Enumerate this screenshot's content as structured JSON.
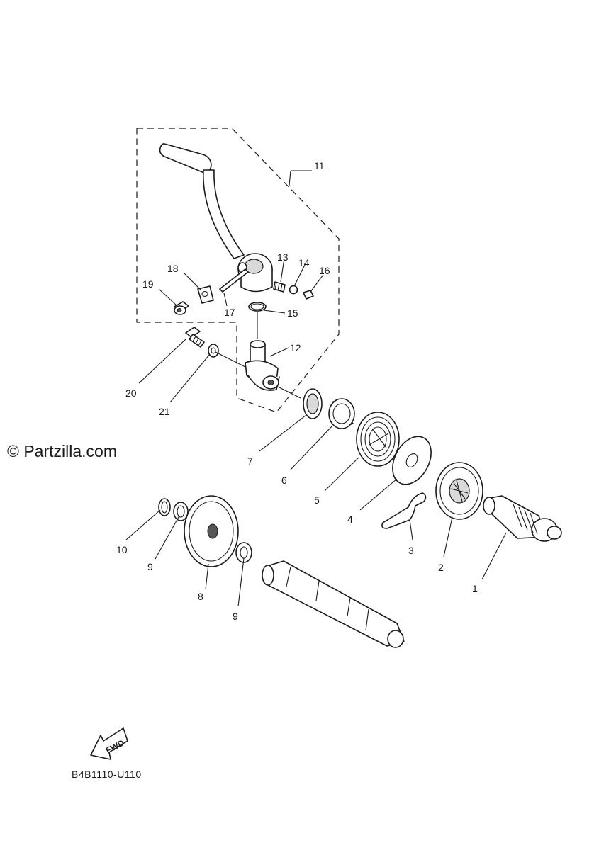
{
  "watermark": "© Partzilla.com",
  "diagram_code": "B4B1110-U110",
  "fwd_label": "FWD",
  "callouts": [
    {
      "id": "1",
      "label": "1"
    },
    {
      "id": "2",
      "label": "2"
    },
    {
      "id": "3",
      "label": "3"
    },
    {
      "id": "4",
      "label": "4"
    },
    {
      "id": "5",
      "label": "5"
    },
    {
      "id": "6",
      "label": "6"
    },
    {
      "id": "7",
      "label": "7"
    },
    {
      "id": "8",
      "label": "8"
    },
    {
      "id": "9a",
      "label": "9"
    },
    {
      "id": "9b",
      "label": "9"
    },
    {
      "id": "10",
      "label": "10"
    },
    {
      "id": "11",
      "label": "11"
    },
    {
      "id": "12",
      "label": "12"
    },
    {
      "id": "13",
      "label": "13"
    },
    {
      "id": "14",
      "label": "14"
    },
    {
      "id": "15",
      "label": "15"
    },
    {
      "id": "16",
      "label": "16"
    },
    {
      "id": "17",
      "label": "17"
    },
    {
      "id": "18",
      "label": "18"
    },
    {
      "id": "19",
      "label": "19"
    },
    {
      "id": "20",
      "label": "20"
    },
    {
      "id": "21",
      "label": "21"
    }
  ]
}
